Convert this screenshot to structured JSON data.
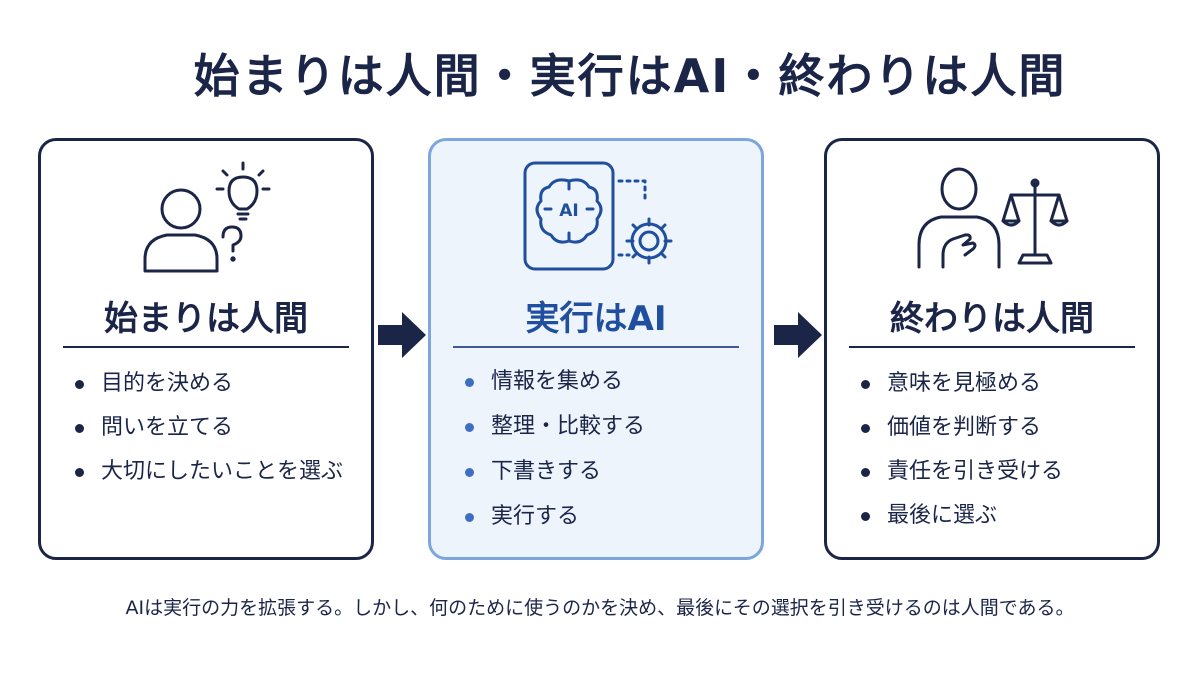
{
  "title": "始まりは人間・実行はAI・終わりは人間",
  "cards": [
    {
      "title": "始まりは人間",
      "icon": "person-thinking-lightbulb-icon",
      "items": [
        "目的を決める",
        "問いを立てる",
        "大切にしたいことを選ぶ"
      ]
    },
    {
      "title": "実行はAI",
      "icon": "ai-brain-gear-icon",
      "icon_label": "AI",
      "items": [
        "情報を集める",
        "整理・比較する",
        "下書きする",
        "実行する"
      ]
    },
    {
      "title": "終わりは人間",
      "icon": "person-scales-icon",
      "items": [
        "意味を見極める",
        "価値を判断する",
        "責任を引き受ける",
        "最後に選ぶ"
      ]
    }
  ],
  "arrows": [
    "arrow-right-icon",
    "arrow-right-icon"
  ],
  "footer": "AIは実行の力を拡張する。しかし、何のために使うのかを決め、最後にその選択を引き受けるのは人間である。",
  "colors": {
    "navy": "#1b2548",
    "ai_blue": "#1f4f9e",
    "ai_bg": "#eef4fc",
    "ai_border": "#7ea6de"
  }
}
